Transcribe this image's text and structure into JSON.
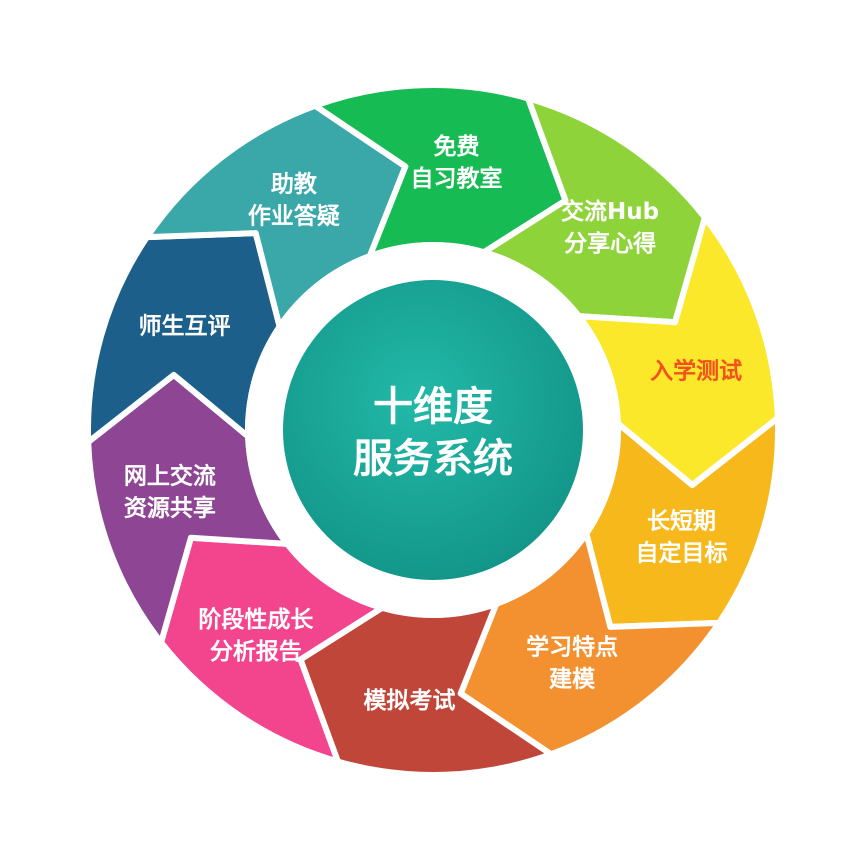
{
  "center": {
    "line1": "十维度",
    "line2": "服务系统",
    "color": "#1aa89a"
  },
  "segments": [
    {
      "id": "free-study-room",
      "lines": [
        "免费",
        "自习教室"
      ],
      "color": "#16bb53",
      "text_color": "#ffffff"
    },
    {
      "id": "exchange-hub",
      "lines": [
        "交流Hub",
        "分享心得"
      ],
      "color": "#8fd33a",
      "text_color": "#ffffff"
    },
    {
      "id": "entrance-test",
      "lines": [
        "入学测试"
      ],
      "color": "#fbe82a",
      "text_color": "#f4511e"
    },
    {
      "id": "goal-setting",
      "lines": [
        "长短期",
        "自定目标"
      ],
      "color": "#f7b81c",
      "text_color": "#ffffff"
    },
    {
      "id": "learning-model",
      "lines": [
        "学习特点",
        "建模"
      ],
      "color": "#f39131",
      "text_color": "#ffffff"
    },
    {
      "id": "mock-exam",
      "lines": [
        "模拟考试"
      ],
      "color": "#c0463a",
      "text_color": "#ffffff"
    },
    {
      "id": "growth-report",
      "lines": [
        "阶段性成长",
        "分析报告"
      ],
      "color": "#f2458e",
      "text_color": "#ffffff"
    },
    {
      "id": "online-resources",
      "lines": [
        "网上交流",
        "资源共享"
      ],
      "color": "#8e4694",
      "text_color": "#ffffff"
    },
    {
      "id": "peer-review",
      "lines": [
        "师生互评"
      ],
      "color": "#1b5f8a",
      "text_color": "#ffffff"
    },
    {
      "id": "ta-qa",
      "lines": [
        "助教",
        "作业答疑"
      ],
      "color": "#3aa7a8",
      "text_color": "#ffffff"
    }
  ]
}
